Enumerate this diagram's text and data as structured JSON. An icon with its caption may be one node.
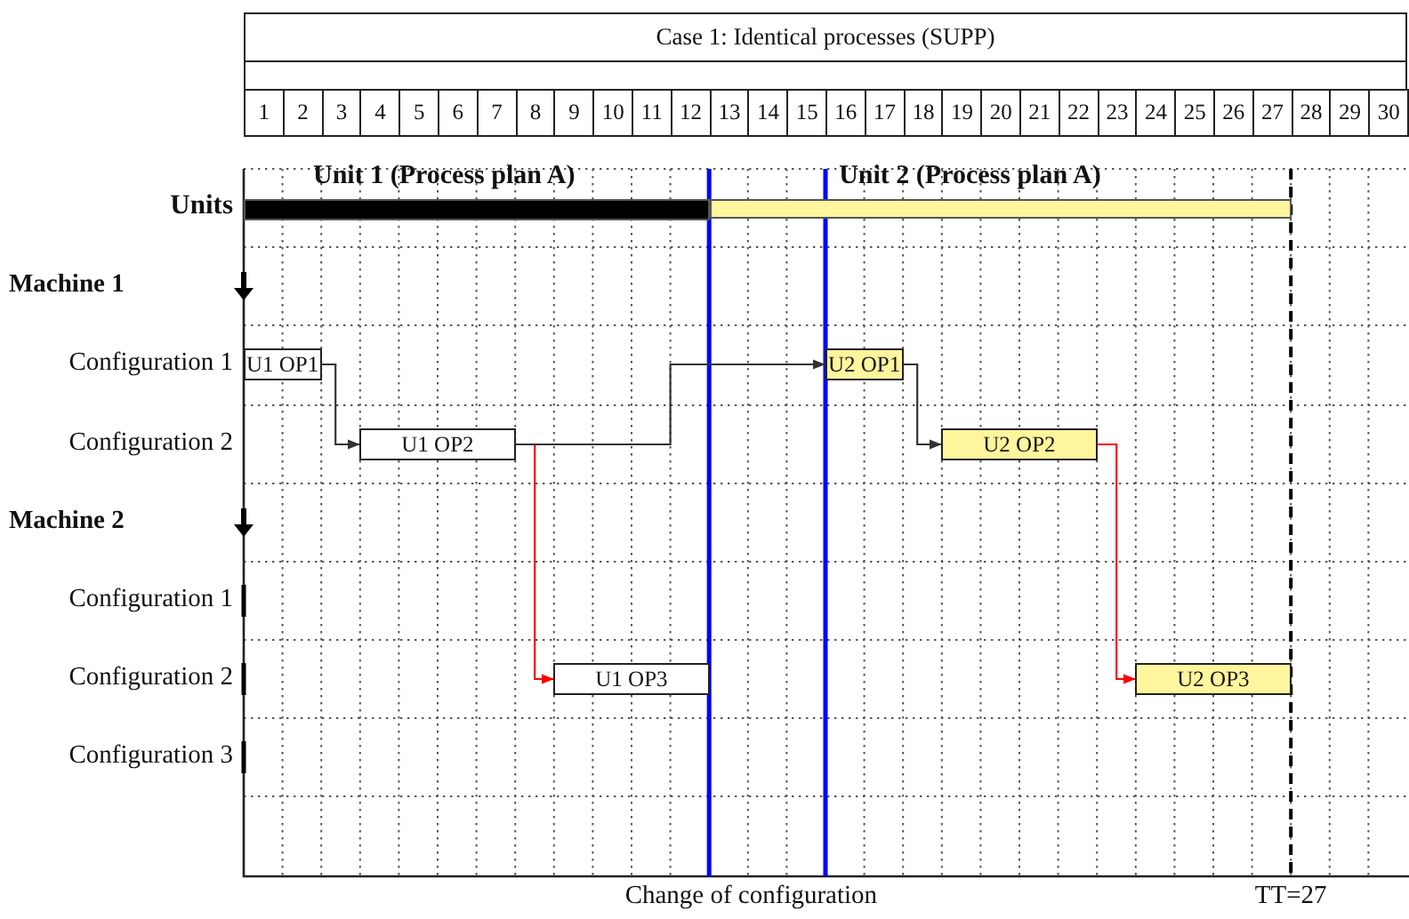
{
  "diagram": {
    "title": "Case 1: Identical processes (SUPP)",
    "nodes": [
      {
        "text": [
          "Unit 1 (Process plan A)"
        ]
      },
      {
        "text": [
          "Unit 2 (Process plan A)"
        ]
      },
      {
        "text": [
          "U1 OP1"
        ]
      },
      {
        "text": [
          "U1 OP2"
        ]
      },
      {
        "text": [
          "U1 OP3"
        ]
      },
      {
        "text": [
          "U2 OP1"
        ]
      },
      {
        "text": [
          "U2 OP2"
        ]
      },
      {
        "text": [
          "U2 OP3"
        ]
      }
    ],
    "edges": [
      {
        "from": 2,
        "to": 3,
        "arrow": "to"
      },
      {
        "from": 3,
        "to": 4,
        "arrow": "to",
        "color": "#ff0000"
      },
      {
        "from": 3,
        "to": 5,
        "arrow": "to"
      },
      {
        "from": 5,
        "to": 6,
        "arrow": "to"
      },
      {
        "from": 6,
        "to": 7,
        "arrow": "to",
        "color": "#ff0000"
      }
    ],
    "labels": [
      "1",
      "2",
      "3",
      "4",
      "5",
      "6",
      "7",
      "8",
      "9",
      "10",
      "11",
      "12",
      "13",
      "14",
      "15",
      "16",
      "17",
      "18",
      "19",
      "20",
      "21",
      "22",
      "23",
      "24",
      "25",
      "26",
      "27",
      "28",
      "29",
      "30",
      "Units",
      "Machine 1",
      "Configuration 1",
      "Configuration 2",
      "Machine 2",
      "Configuration 1",
      "Configuration 2",
      "Configuration 3",
      "Change of configuration",
      "TT=27"
    ]
  }
}
